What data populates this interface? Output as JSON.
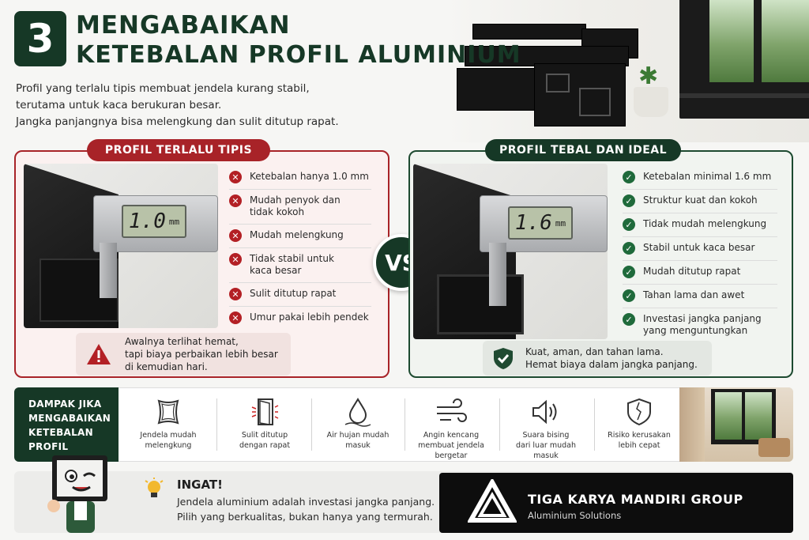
{
  "header": {
    "number": "3",
    "title_line1": "MENGABAIKAN",
    "title_line2": "KETEBALAN PROFIL ALUMINIUM",
    "intro_lines": [
      "Profil yang terlalu tipis membuat jendela kurang stabil,",
      "terutama untuk kaca berukuran besar.",
      "Jangka panjangnya bisa melengkung dan sulit ditutup rapat."
    ]
  },
  "bad_panel": {
    "heading": "PROFIL TERLALU TIPIS",
    "caliper_reading": "1.0",
    "caliper_unit": "mm",
    "items": [
      "Ketebalan hanya 1.0 mm",
      "Mudah penyok dan\ntidak kokoh",
      "Mudah melengkung",
      "Tidak stabil untuk\nkaca besar",
      "Sulit ditutup rapat",
      "Umur pakai lebih pendek"
    ],
    "note": "Awalnya terlihat hemat,\ntapi biaya perbaikan lebih besar\ndi kemudian hari.",
    "icon": "x-circle-icon",
    "color": "#a82328"
  },
  "vs_label": "VS",
  "good_panel": {
    "heading": "PROFIL TEBAL DAN IDEAL",
    "caliper_reading": "1.6",
    "caliper_unit": "mm",
    "items": [
      "Ketebalan minimal 1.6 mm",
      "Struktur kuat dan kokoh",
      "Tidak mudah melengkung",
      "Stabil untuk kaca besar",
      "Mudah ditutup rapat",
      "Tahan lama dan awet",
      "Investasi jangka panjang\nyang menguntungkan"
    ],
    "note": "Kuat, aman, dan tahan lama.\nHemat biaya dalam jangka panjang.",
    "icon": "check-circle-icon",
    "color": "#163826"
  },
  "impact": {
    "title": "DAMPAK JIKA\nMENGABAIKAN\nKETEBALAN\nPROFIL",
    "items": [
      {
        "icon": "bent-frame-icon",
        "label": "Jendela mudah\nmelengkung"
      },
      {
        "icon": "door-gap-icon",
        "label": "Sulit ditutup\ndengan rapat"
      },
      {
        "icon": "water-drop-icon",
        "label": "Air hujan mudah\nmasuk"
      },
      {
        "icon": "wind-icon",
        "label": "Angin kencang\nmembuat jendela\nbergetar"
      },
      {
        "icon": "speaker-icon",
        "label": "Suara bising\ndari luar mudah\nmasuk"
      },
      {
        "icon": "cracked-shield-icon",
        "label": "Risiko kerusakan\nlebih cepat"
      }
    ]
  },
  "reminder": {
    "icon": "lightbulb-icon",
    "title": "INGAT!",
    "lines": [
      "Jendela aluminium adalah investasi jangka panjang.",
      "Pilih yang berkualitas, bukan hanya yang termurah."
    ]
  },
  "brand": {
    "name": "TIGA KARYA MANDIRI GROUP",
    "tagline": "Aluminium Solutions",
    "logo_icon": "triangle-logo-icon"
  }
}
